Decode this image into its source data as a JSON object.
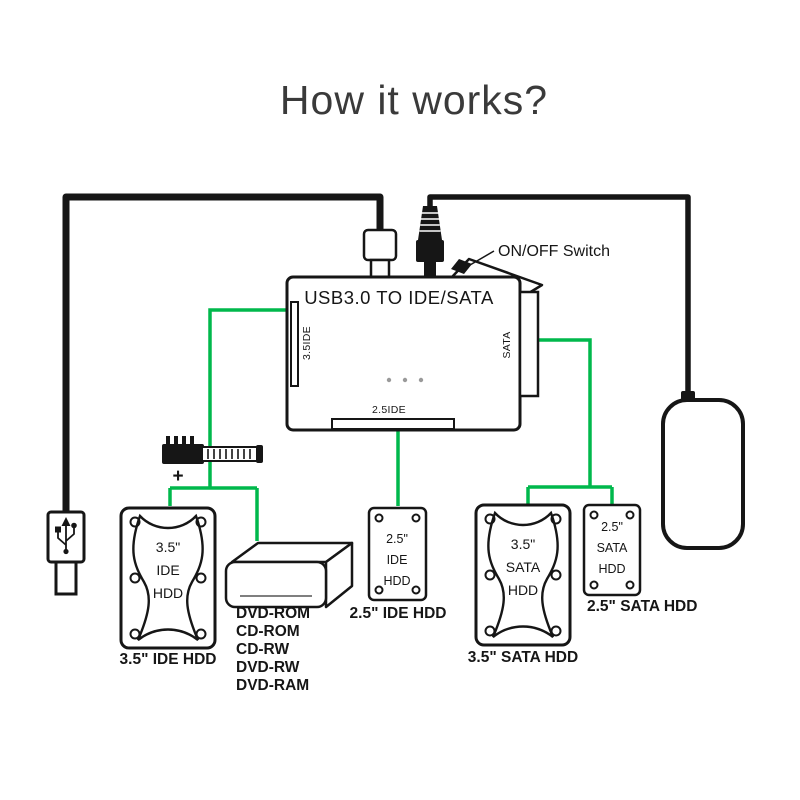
{
  "title": "How it works?",
  "adapter": {
    "label": "USB3.0 TO IDE/SATA",
    "port_left_label": "3.5IDE",
    "port_right_label": "SATA",
    "port_bottom_label": "2.5IDE",
    "switch_label": "ON/OFF Switch"
  },
  "power_cable": {
    "plus_sign": "+"
  },
  "devices": {
    "ide35": {
      "size": "3.5\"",
      "bus": "IDE",
      "kind": "HDD",
      "caption": "3.5\" IDE HDD"
    },
    "dvd": {
      "lines": [
        "DVD-ROM",
        "CD-ROM",
        "CD-RW",
        "DVD-RW",
        "DVD-RAM"
      ]
    },
    "ide25": {
      "size": "2.5\"",
      "bus": "IDE",
      "kind": "HDD",
      "caption": "2.5\" IDE HDD"
    },
    "sata35": {
      "size": "3.5\"",
      "bus": "SATA",
      "kind": "HDD",
      "caption": "3.5\" SATA HDD"
    },
    "sata25": {
      "size": "2.5\"",
      "bus": "SATA",
      "kind": "HDD",
      "caption": "2.5\" SATA HDD"
    }
  },
  "colors": {
    "green": "#00b84c",
    "ink": "#161616",
    "title_ink": "#3a3a3a",
    "bg": "#ffffff"
  }
}
